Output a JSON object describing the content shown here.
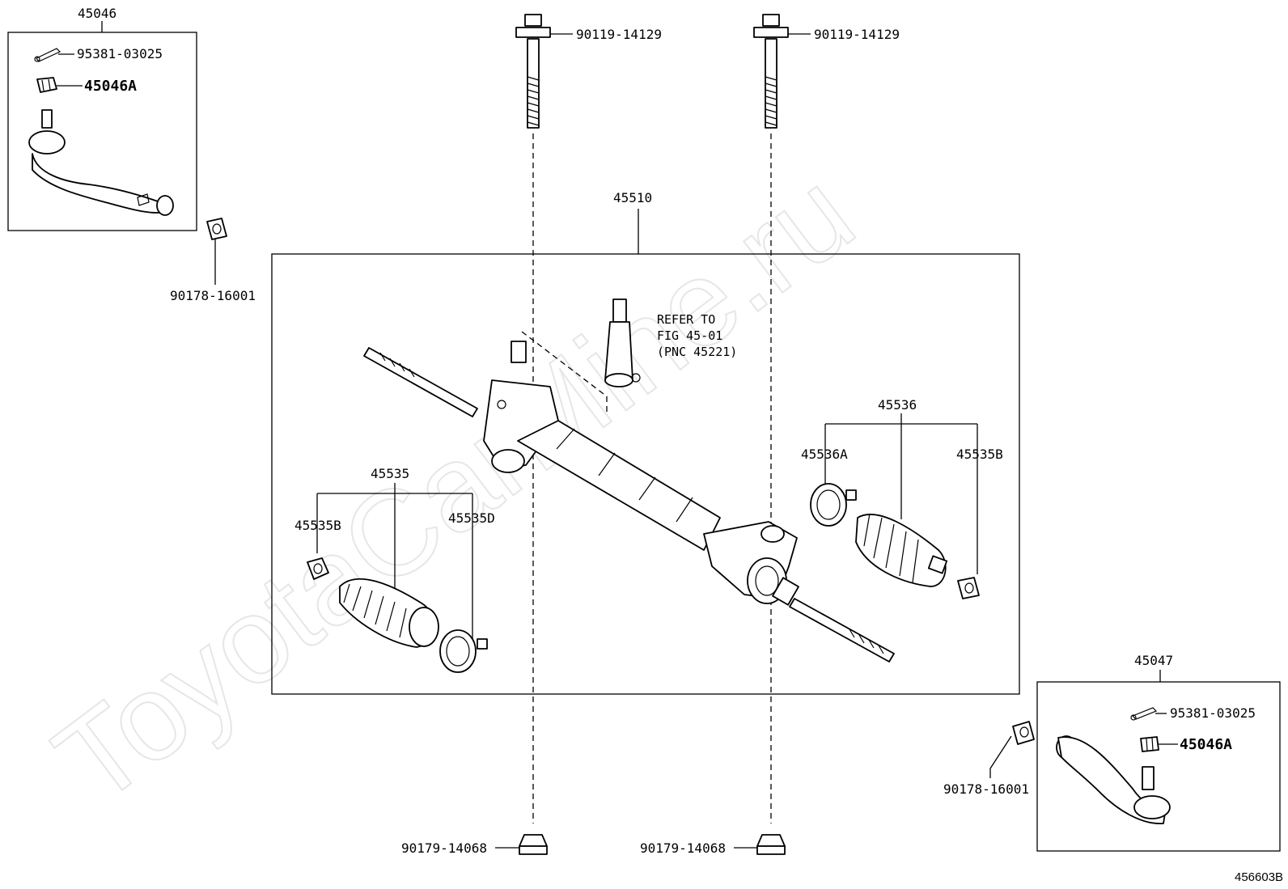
{
  "watermark": "ToyotaCarMine.ru",
  "figure_code": "456603B",
  "labels": {
    "tie_rod_end_lh": "45046",
    "tie_rod_end_rh": "45047",
    "cotter_pin_lh": "95381-03025",
    "cotter_pin_rh": "95381-03025",
    "nut_lh": "45046A",
    "nut_rh": "45046A",
    "lock_nut_lh": "90178-16001",
    "lock_nut_rh": "90178-16001",
    "bolt_left": "90119-14129",
    "bolt_right": "90119-14129",
    "nut_bottom_left": "90179-14068",
    "nut_bottom_right": "90179-14068",
    "gear_assembly": "45510",
    "boot_kit_lh": "45535",
    "clamp_lh_small": "45535B",
    "clamp_lh_large": "45535D",
    "boot_kit_rh": "45536",
    "clamp_rh_large": "45536A",
    "clamp_rh_small": "45535B"
  },
  "refer_note": {
    "line1": "REFER TO",
    "line2": "FIG 45-01",
    "line3": "(PNC 45221)"
  }
}
